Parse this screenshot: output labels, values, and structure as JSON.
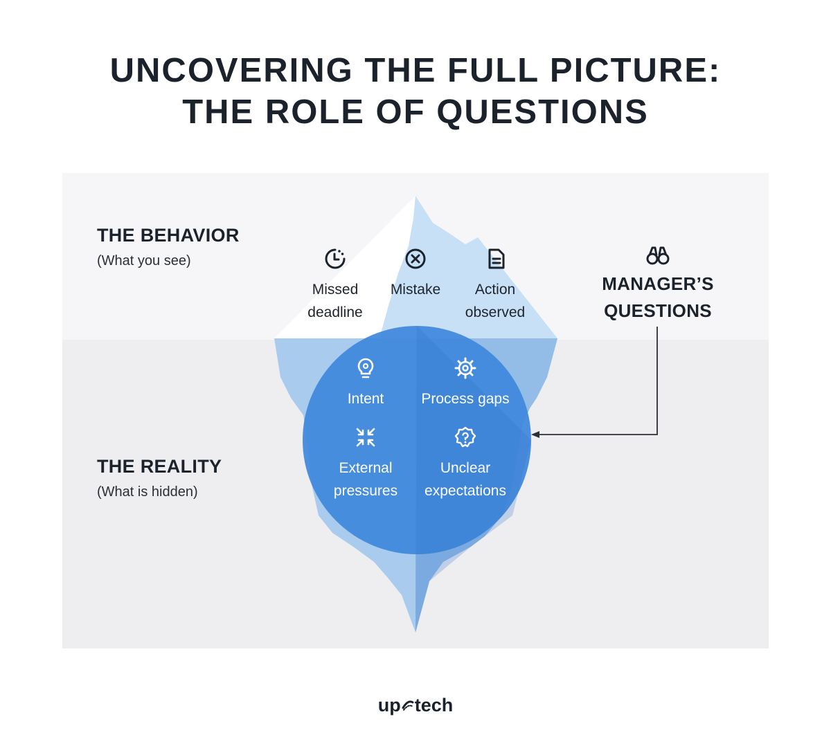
{
  "title": {
    "line1": "UNCOVERING THE FULL PICTURE:",
    "line2": "THE ROLE OF QUESTIONS"
  },
  "behavior": {
    "heading": "THE BEHAVIOR",
    "subheading": "(What you see)",
    "items": [
      {
        "icon": "clock-icon",
        "line1": "Missed",
        "line2": "deadline"
      },
      {
        "icon": "x-circle-icon",
        "line1": "Mistake",
        "line2": ""
      },
      {
        "icon": "document-icon",
        "line1": "Action",
        "line2": "observed"
      }
    ]
  },
  "reality": {
    "heading": "THE REALITY",
    "subheading": "(What is hidden)",
    "items": [
      {
        "icon": "lightbulb-icon",
        "line1": "Intent",
        "line2": ""
      },
      {
        "icon": "gear-icon",
        "line1": "Process gaps",
        "line2": ""
      },
      {
        "icon": "compress-arrows-icon",
        "line1": "External",
        "line2": "pressures"
      },
      {
        "icon": "question-badge-icon",
        "line1": "Unclear",
        "line2": "expectations"
      }
    ]
  },
  "manager": {
    "icon": "binoculars-icon",
    "line1": "MANAGER’S",
    "line2": "QUESTIONS"
  },
  "logo": {
    "left": "up",
    "right": "tech"
  },
  "colors": {
    "ice_light": "#c7e0f6",
    "ice_mid": "#a9cbee",
    "circle": "#3f88dd",
    "panel_top": "#f6f6f8",
    "panel_bottom": "#eeeef0",
    "text_dark": "#1c222b"
  }
}
